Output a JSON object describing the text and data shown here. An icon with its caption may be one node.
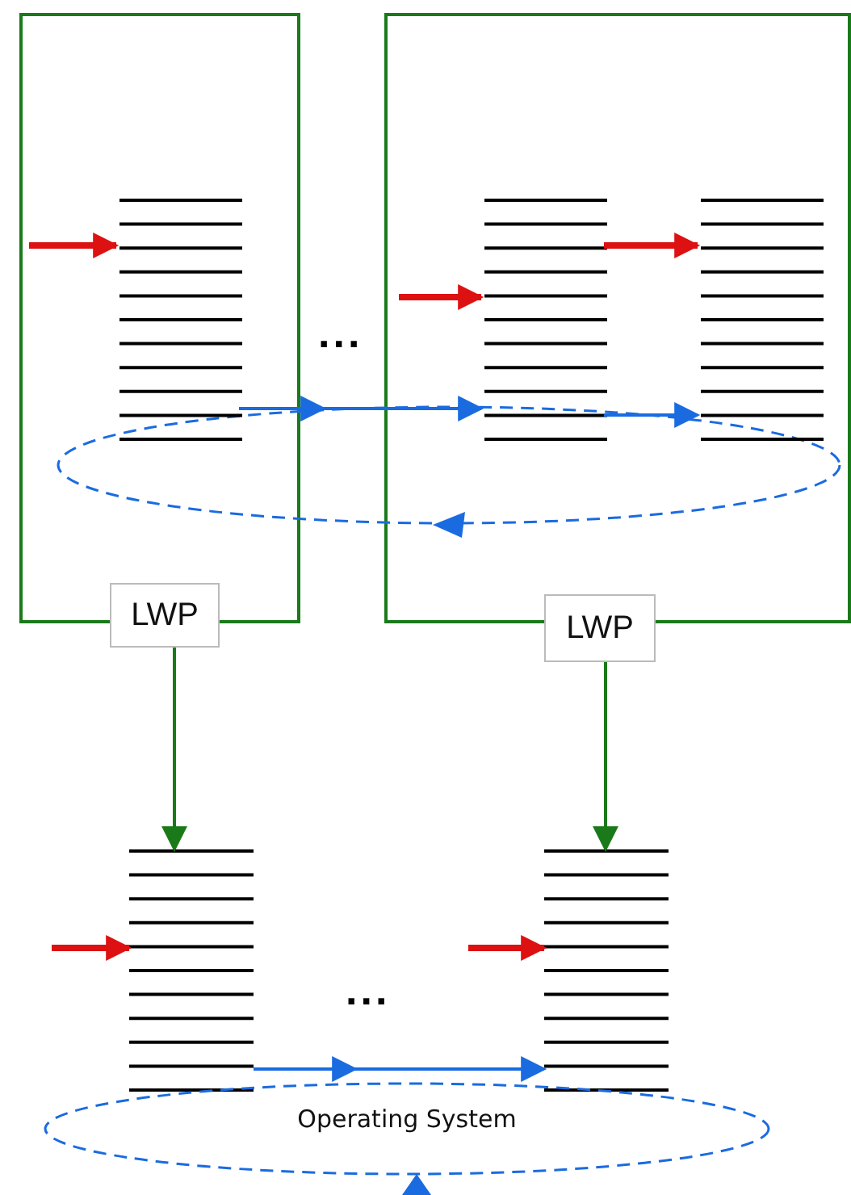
{
  "diagram": {
    "nodes": [
      {
        "text": [],
        "shape": "box"
      },
      {
        "text": [],
        "shape": "stack",
        "in": 0
      },
      {
        "text": [],
        "shape": "box"
      },
      {
        "text": [],
        "shape": "stack",
        "in": 2
      },
      {
        "text": [],
        "shape": "stack",
        "in": 2
      },
      {
        "text": [],
        "shape": "ellipse"
      },
      {
        "text": [
          "LWP"
        ]
      },
      {
        "text": [
          "LWP"
        ]
      },
      {
        "text": [],
        "shape": "stack"
      },
      {
        "text": [],
        "shape": "stack"
      },
      {
        "text": [
          "Operating System"
        ]
      }
    ],
    "edges": [
      {
        "from": null,
        "to": 1,
        "arrow": "to",
        "style": "thick",
        "color": "#dd1111"
      },
      {
        "from": null,
        "to": 3,
        "arrow": "to",
        "style": "thick",
        "color": "#dd1111"
      },
      {
        "from": 3,
        "to": 4,
        "arrow": "to",
        "style": "thick",
        "color": "#dd1111"
      },
      {
        "from": 1,
        "to": 3,
        "arrow": "to",
        "color": "#1a6be0"
      },
      {
        "from": 3,
        "to": 4,
        "arrow": "to",
        "color": "#1a6be0"
      },
      {
        "from": 6,
        "to": 8,
        "arrow": "to",
        "color": "#1a7a1a"
      },
      {
        "from": 7,
        "to": 9,
        "arrow": "to",
        "color": "#1a7a1a"
      },
      {
        "from": null,
        "to": 8,
        "arrow": "to",
        "style": "thick",
        "color": "#dd1111"
      },
      {
        "from": null,
        "to": 9,
        "arrow": "to",
        "style": "thick",
        "color": "#dd1111"
      },
      {
        "from": 8,
        "to": 9,
        "arrow": "to",
        "color": "#1a6be0"
      }
    ],
    "labels": [
      "...",
      "..."
    ]
  }
}
